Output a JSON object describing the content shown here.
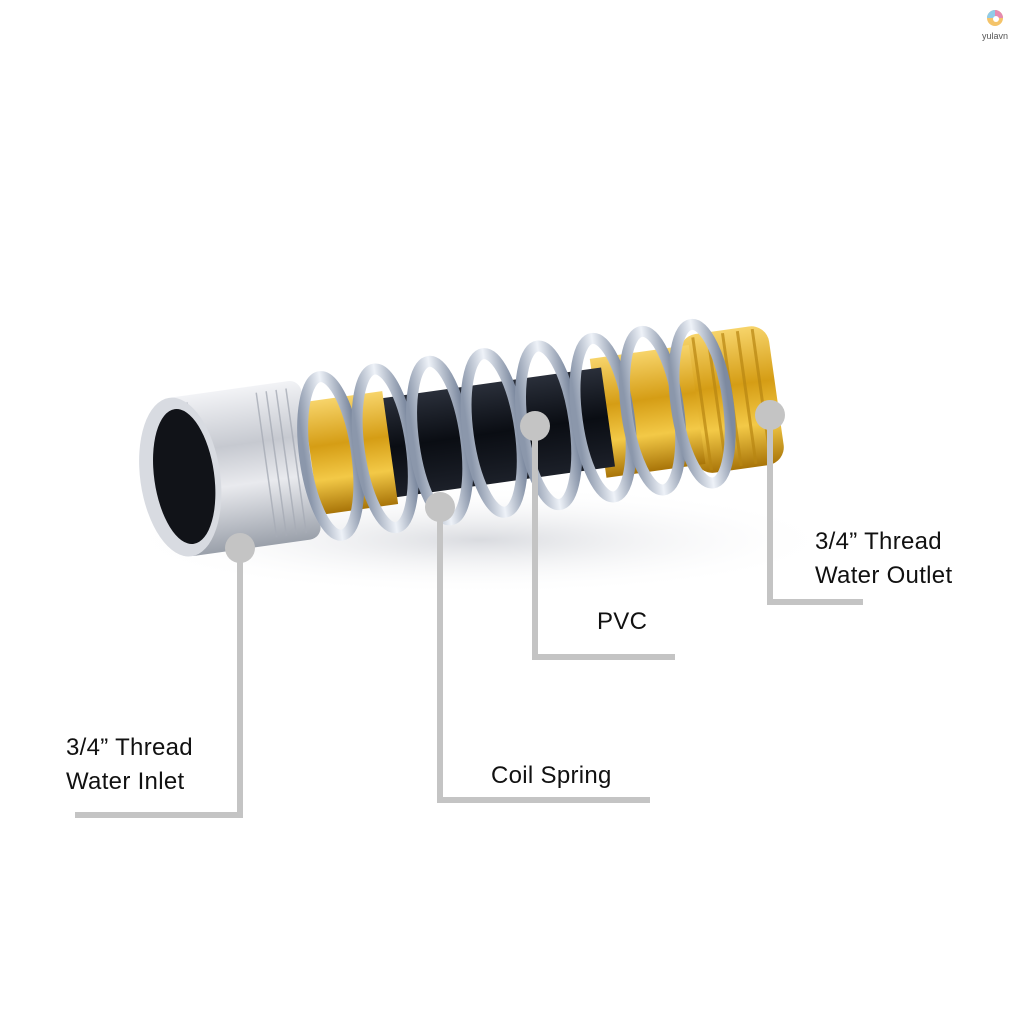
{
  "watermark": {
    "brand": "yulavn",
    "icon": "chameleon-logo-icon"
  },
  "diagram": {
    "subject": "Garden hose coil spring adapter",
    "callouts": [
      {
        "id": "inlet",
        "line1": "3/4” Thread",
        "line2": "Water Inlet",
        "dot": [
          240,
          548
        ],
        "elbow": [
          240,
          815
        ],
        "end": [
          75,
          815
        ]
      },
      {
        "id": "coil",
        "line1": "Coil Spring",
        "dot": [
          440,
          507
        ],
        "elbow": [
          440,
          800
        ],
        "end": [
          650,
          800
        ]
      },
      {
        "id": "pvc",
        "line1": "PVC",
        "dot": [
          535,
          426
        ],
        "elbow": [
          535,
          657
        ],
        "end": [
          675,
          657
        ]
      },
      {
        "id": "outlet",
        "line1": "3/4” Thread",
        "line2": "Water Outlet",
        "dot": [
          770,
          415
        ],
        "elbow": [
          770,
          602
        ],
        "end": [
          863,
          602
        ]
      }
    ]
  },
  "colors": {
    "callout_line": "#c4c4c4",
    "text": "#111111",
    "chrome": "#c8ccd4",
    "brass": "#d8a520",
    "pvc": "#0e1118",
    "spring": "#b9c4d4"
  }
}
